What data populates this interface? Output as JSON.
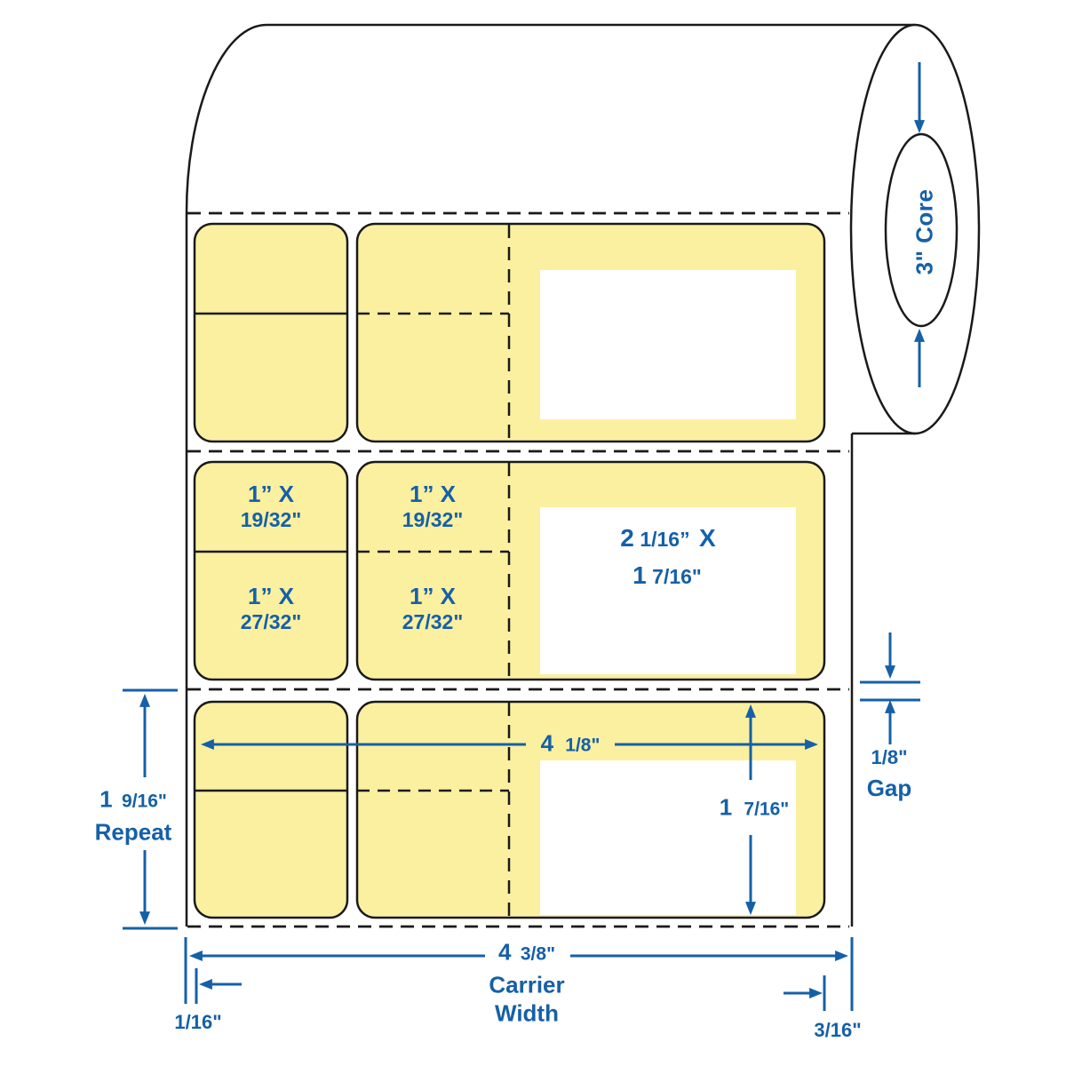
{
  "colors": {
    "label_yellow": "#FAF0A0",
    "dimension_blue": "#1560A8",
    "outline_black": "#1A1A1A",
    "background": "#FFFFFF"
  },
  "roll": {
    "core_label": "3\" Core"
  },
  "label_text": {
    "top_section": {
      "line1": "1” X",
      "line2": "19/32\""
    },
    "bottom_section": {
      "line1": "1” X",
      "line2": "27/32\""
    },
    "print_area": {
      "line1_lead": "2",
      "line1_frac": "1/16”",
      "line1_tail": "X",
      "line2_lead": "1",
      "line2_frac": "7/16\""
    }
  },
  "dimensions": {
    "label_width": {
      "lead": "4",
      "frac": "1/8\""
    },
    "label_height": {
      "lead": "1",
      "frac": "7/16\""
    },
    "repeat": {
      "lead": "1",
      "frac": "9/16\"",
      "caption": "Repeat"
    },
    "gap": {
      "value": "1/8\"",
      "caption": "Gap"
    },
    "carrier_width": {
      "lead": "4",
      "frac": "3/8\"",
      "caption_line1": "Carrier",
      "caption_line2": "Width"
    },
    "liner_left_margin": "1/16\"",
    "liner_right_margin": "3/16\""
  }
}
